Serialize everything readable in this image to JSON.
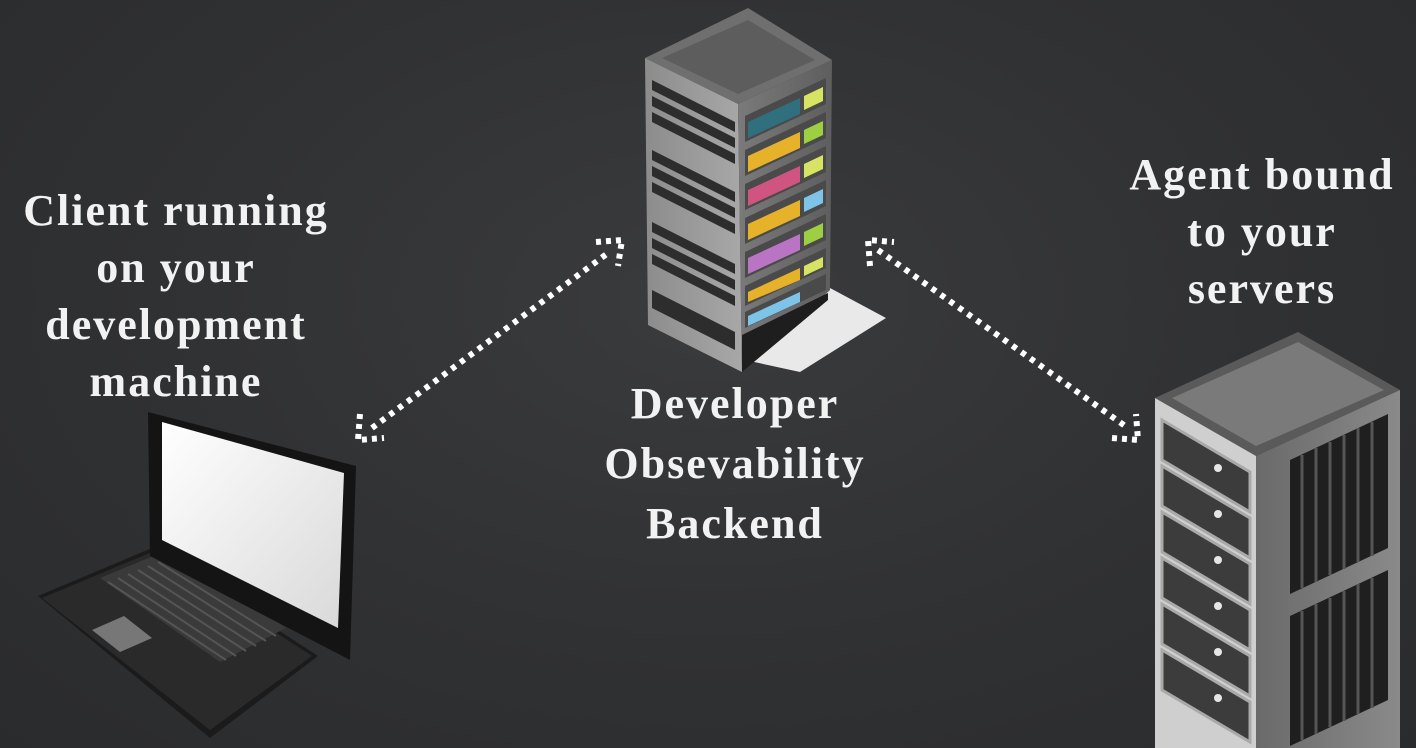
{
  "nodes": {
    "client": {
      "lines": [
        "Client running",
        "on your",
        "development",
        "machine"
      ],
      "icon": "laptop-icon"
    },
    "backend": {
      "lines": [
        "Developer",
        "Obsevability",
        "Backend"
      ],
      "icon": "server-tower-icon"
    },
    "agent": {
      "lines": [
        "Agent bound",
        "to your",
        "servers"
      ],
      "icon": "server-rack-icon"
    }
  },
  "connections": [
    {
      "from": "client",
      "to": "backend",
      "style": "dotted",
      "arrows": "both"
    },
    {
      "from": "backend",
      "to": "agent",
      "style": "dotted",
      "arrows": "both"
    }
  ],
  "colors": {
    "background": "#333436",
    "text": "#f2f2f2",
    "arrow": "#ffffff"
  }
}
